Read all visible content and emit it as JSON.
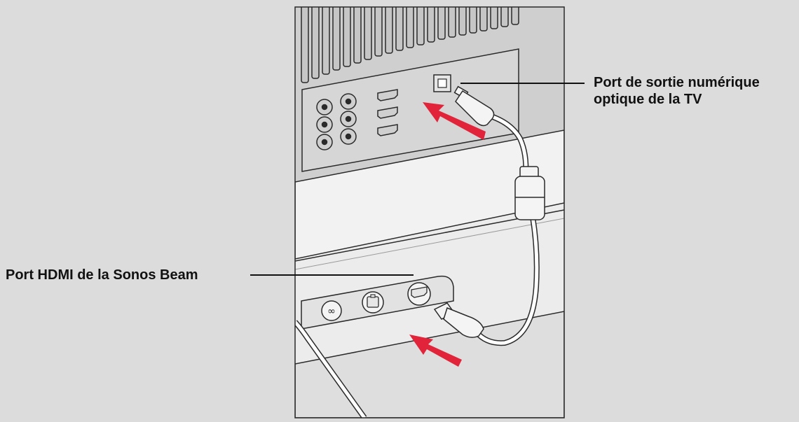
{
  "labels": {
    "optical_line1": "Port de sortie numérique",
    "optical_line2": "optique de la TV",
    "hdmi": "Port HDMI de la Sonos Beam"
  },
  "colors": {
    "background": "#dcdcdc",
    "tv_panel": "#cfcfcf",
    "soundbar": "#ececec",
    "outline": "#2a2a2a",
    "arrow": "#e2243a",
    "cable": "#ffffff"
  },
  "icons": {
    "soundbar_port_left": "infinity-icon",
    "soundbar_port_middle": "ethernet-icon",
    "soundbar_port_right": "hdmi-icon"
  }
}
